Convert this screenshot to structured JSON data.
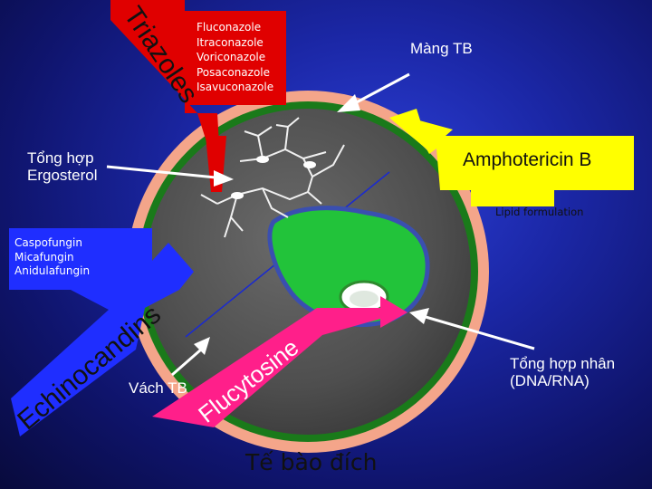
{
  "triazoles": {
    "label": "Triazoles",
    "drugs": [
      "Fluconazole",
      "Itraconazole",
      "Voriconazole",
      "Posaconazole",
      "Isavuconazole"
    ]
  },
  "membrane_label": "Màng TB",
  "amphotericin": {
    "label": "Amphotericin B",
    "formulation": "Lipid formulation"
  },
  "ergosterol_label": [
    "Tổng hợp",
    "Ergosterol"
  ],
  "echinocandins": {
    "label": "Echinocandins",
    "drugs": [
      "Caspofungin",
      "Micafungin",
      "Anidulafungin"
    ]
  },
  "cell_wall_label": "Vách TB",
  "flucytosine_label": "Flucytosine",
  "nucleic_label": [
    "Tổng hợp nhân",
    "(DNA/RNA)"
  ],
  "target_cell_label": "Tế bào đích",
  "colors": {
    "background": "#1b27a6",
    "cell_wall": "#f4a58a",
    "membrane": "#1a7a1a",
    "cytoplasm": "#5a5a5a",
    "nucleus": "#22c33a",
    "triazoles": "#e00000",
    "echinocandins": "#1f2eff",
    "flucytosine": "#ff1f8a",
    "amphotericin": "#ffff00"
  }
}
